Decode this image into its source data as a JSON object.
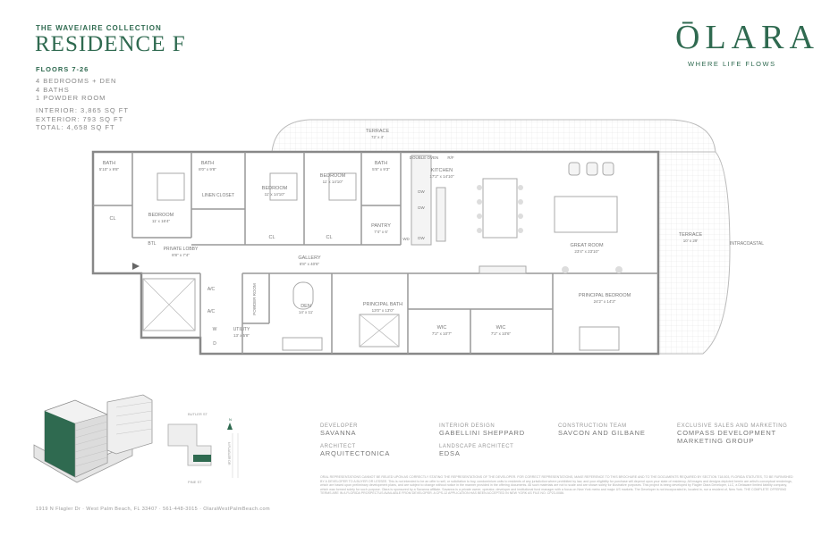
{
  "header": {
    "collection": "THE WAVE/AIRE COLLECTION",
    "residence": "RESIDENCE F",
    "floors": "FLOORS 7-26",
    "rooms": [
      "4 BEDROOMS + DEN",
      "4 BATHS",
      "1 POWDER ROOM"
    ],
    "areas": [
      "INTERIOR: 3,865 SQ FT",
      "EXTERIOR: 793 SQ FT",
      "TOTAL: 4,658 SQ FT"
    ]
  },
  "brand": {
    "logo": "ŌLARA",
    "tagline": "WHERE LIFE FLOWS",
    "color": "#2f6a50"
  },
  "plan": {
    "terrace_top": "TERRACE",
    "terrace_top_dim": "72' x 4'",
    "terrace_right": "TERRACE",
    "terrace_right_dim": "10' x 29'",
    "intracoastal": "INTRACOASTAL",
    "bath1": "BATH",
    "bath1_dim": "5'10\" x 9'8\"",
    "bath2": "BATH",
    "bath2_dim": "8'0\" x 9'8\"",
    "bath3": "BATH",
    "bath3_dim": "5'8\" x 9'3\"",
    "bedroom1": "BEDROOM",
    "bedroom1_dim": "11' x 16'4\"",
    "bedroom2": "BEDROOM",
    "bedroom2_dim": "11' x 14'10\"",
    "bedroom3": "BEDROOM",
    "bedroom3_dim": "11' x 14'10\"",
    "linen": "LINEN CLOSET",
    "cl": "CL",
    "double_oven": "DOUBLE OVEN",
    "rf": "R/F",
    "kitchen": "KITCHEN",
    "kitchen_dim": "17'2\" x 14'10\"",
    "dw": "DW",
    "pantry": "PANTRY",
    "pantry_dim": "7'4\" x 6'",
    "wd": "WD",
    "great_room": "GREAT ROOM",
    "great_room_dim": "23'4\" x 23'10\"",
    "btl": "BTL",
    "private_lobby": "PRIVATE LOBBY",
    "private_lobby_dim": "8'8\" x 7'4\"",
    "gallery": "GALLERY",
    "gallery_dim": "6'8\" x 40'6\"",
    "ac": "A/C",
    "powder": "POWDER ROOM",
    "utility": "UTILITY",
    "utility_dim": "13' x 5'8\"",
    "w": "W",
    "d": "D",
    "den": "DEN",
    "den_dim": "14' x 11'",
    "principal_bath": "PRINCIPAL BATH",
    "principal_bath_dim": "13'0\" x 13'0\"",
    "wic1": "WIC",
    "wic1_dim": "7'2\" x 10'7\"",
    "wic2": "WIC",
    "wic2_dim": "7'2\" x 10'6\"",
    "principal_bedroom": "PRINCIPAL BEDROOM",
    "principal_bedroom_dim": "24'2\" x 14'3\""
  },
  "keyplan": {
    "street_top": "BUTLER ST",
    "street_bottom": "PINE ST",
    "street_side": "N FLAGLER DR",
    "north": "N"
  },
  "credits": [
    {
      "label": "DEVELOPER",
      "value": "SAVANNA"
    },
    {
      "label": "ARCHITECT",
      "value": "ARQUITECTONICA"
    },
    {
      "label": "INTERIOR DESIGN",
      "value": "GABELLINI SHEPPARD"
    },
    {
      "label": "LANDSCAPE ARCHITECT",
      "value": "EDSA"
    },
    {
      "label": "CONSTRUCTION TEAM",
      "value": "SAVCON AND GILBANE"
    },
    {
      "label": "EXCLUSIVE SALES AND MARKETING",
      "value": "COMPASS DEVELOPMENT MARKETING GROUP"
    }
  ],
  "disclaimer": "ORAL REPRESENTATIONS CANNOT BE RELIED UPON AS CORRECTLY STATING THE REPRESENTATIONS OF THE DEVELOPER. FOR CORRECT REPRESENTATIONS, MAKE REFERENCE TO THIS BROCHURE AND TO THE DOCUMENTS REQUIRED BY SECTION 718.503, FLORIDA STATUTES, TO BE FURNISHED BY A DEVELOPER TO A BUYER OR LESSEE. This is not intended to be an offer to sell, or solicitation to buy, condominium units to residents of any jurisdiction where prohibited by law, and your eligibility for purchase will depend upon your state of residency. All images and designs depicted herein are artist's conceptual renderings, which are based upon preliminary development plans, and are subject to change without notice in the manner provided in the offering documents. All such materials are not to scale and are shown solely for illustrative purposes. This project is being developed by Flagler Olara Developer, LLC, a Delaware limited liability company, which was formed solely for such purpose. Olara is sponsored by a Savanna affiliate. Savanna is a private owner, operator, developer and institutional fund manager with a focus on New York metro and major US markets. The Developer is not incorporated in, located in, nor a resident of, New York. THE COMPLETE OFFERING TERMS ARE IN A FLORIDA PROSPECTUS AVAILABLE FROM DEVELOPER. A CPS-12 APPLICATION HAS BEEN ACCEPTED IN NEW YORK AS FILE NO. CP23-0086.",
  "footer": "1919 N Flagler Dr  ·  West Palm Beach, FL 33407  ·  561-448-3015  ·  OlaraWestPalmBeach.com"
}
